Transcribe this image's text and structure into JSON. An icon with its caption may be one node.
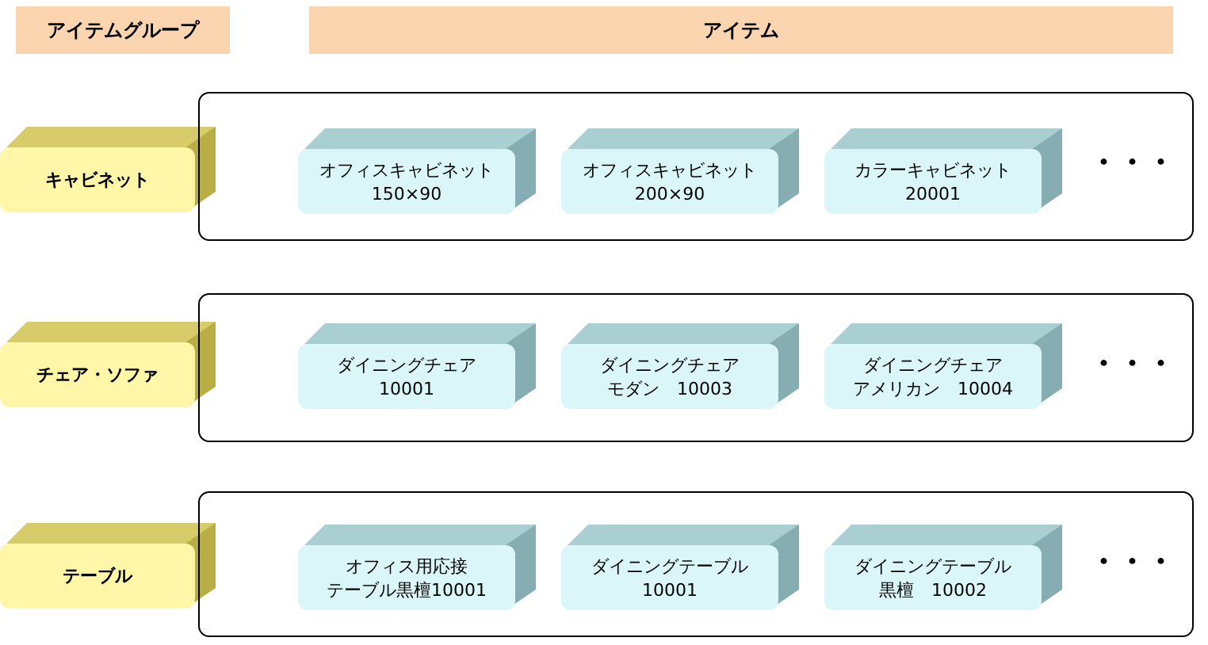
{
  "diagram": {
    "nodes": [
      {
        "text": [
          "アイテムグループ"
        ]
      },
      {
        "text": [
          "アイテム"
        ]
      },
      {
        "text": [
          "キャビネット"
        ]
      },
      {
        "text": [],
        "shape": "box"
      },
      {
        "text": [
          "オフィスキャビネット150×90"
        ],
        "in": 3
      },
      {
        "text": [
          "オフィスキャビネット200×90"
        ],
        "in": 3
      },
      {
        "text": [
          "カラーキャビネット20001"
        ],
        "in": 3
      },
      {
        "text": [
          "チェア・ソファ"
        ]
      },
      {
        "text": [],
        "shape": "box"
      },
      {
        "text": [
          "ダイニングチェア10001"
        ],
        "in": 8
      },
      {
        "text": [
          "ダイニングチェアモダン　10003"
        ],
        "in": 8
      },
      {
        "text": [
          "ダイニングチェアアメリカン　10004"
        ],
        "in": 8
      },
      {
        "text": [
          "テーブル"
        ]
      },
      {
        "text": [],
        "shape": "box"
      },
      {
        "text": [
          "オフィス用応接テーブル黒檀10001"
        ],
        "in": 13
      },
      {
        "text": [
          "ダイニングテーブル10001"
        ],
        "in": 13
      },
      {
        "text": [
          "ダイニングテーブル黒檀　10002"
        ],
        "in": 13
      }
    ],
    "edges": [],
    "labels": [
      "・・・",
      "・・・",
      "・・・"
    ]
  }
}
